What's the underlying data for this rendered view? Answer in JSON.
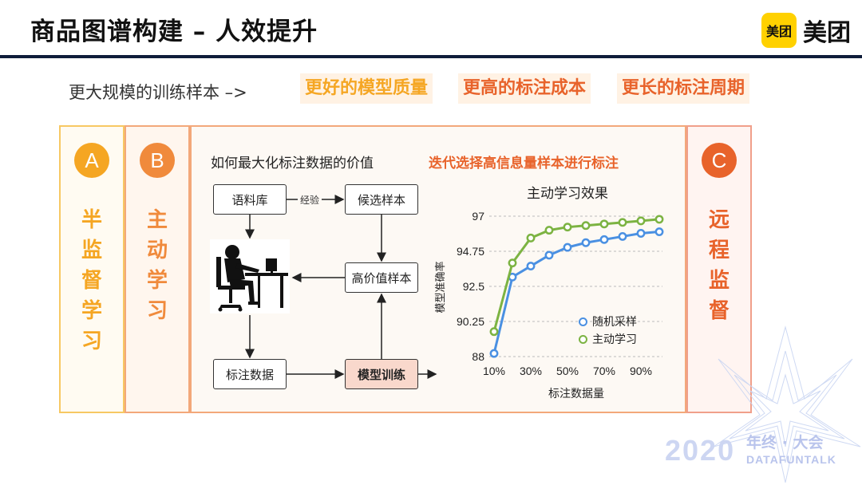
{
  "header": {
    "title": "商品图谱构建 – 人效提升",
    "brand_badge": "美团",
    "brand_name": "美团"
  },
  "lead": {
    "text": "更大规模的训练样本 –>",
    "highlights": [
      "更好的模型质量",
      "更高的标注成本",
      "更长的标注周期"
    ]
  },
  "panels": {
    "a": {
      "letter": "A",
      "label": "半\n监\n督\n学\n习"
    },
    "b": {
      "letter": "B",
      "label": "主\n动\n学\n习"
    },
    "c": {
      "letter": "C",
      "label": "远\n程\n监\n督"
    }
  },
  "main": {
    "question": "如何最大化标注数据的价值",
    "answer": "迭代选择高信息量样本进行标注",
    "flow": {
      "corpus": "语料库",
      "experience": "经验",
      "candidates": "候选样本",
      "high_value": "高价值样本",
      "labeled": "标注数据",
      "training": "模型训练"
    }
  },
  "chart_data": {
    "type": "line",
    "title": "主动学习效果",
    "xlabel": "标注数据量",
    "ylabel": "模型准确率",
    "x": [
      "10%",
      "20%",
      "30%",
      "40%",
      "50%",
      "60%",
      "70%",
      "80%",
      "90%",
      "100%"
    ],
    "x_tick_labels": [
      "10%",
      "30%",
      "50%",
      "70%",
      "90%"
    ],
    "y_ticks": [
      "88",
      "90.25",
      "92.5",
      "94.75",
      "97"
    ],
    "ylim": [
      88,
      97
    ],
    "grid": "horizontal-dashed",
    "legend_position": "bottom-right",
    "series": [
      {
        "name": "随机采样",
        "color": "#4a90e2",
        "values": [
          88.2,
          93.1,
          93.8,
          94.5,
          95.0,
          95.3,
          95.5,
          95.7,
          95.9,
          96.0
        ]
      },
      {
        "name": "主动学习",
        "color": "#7cb342",
        "values": [
          89.6,
          94.0,
          95.6,
          96.1,
          96.3,
          96.4,
          96.5,
          96.6,
          96.7,
          96.8
        ]
      }
    ]
  },
  "footer": {
    "year": "2020",
    "event": "年终 · 大会",
    "brand": "DATAFUNTALK"
  }
}
